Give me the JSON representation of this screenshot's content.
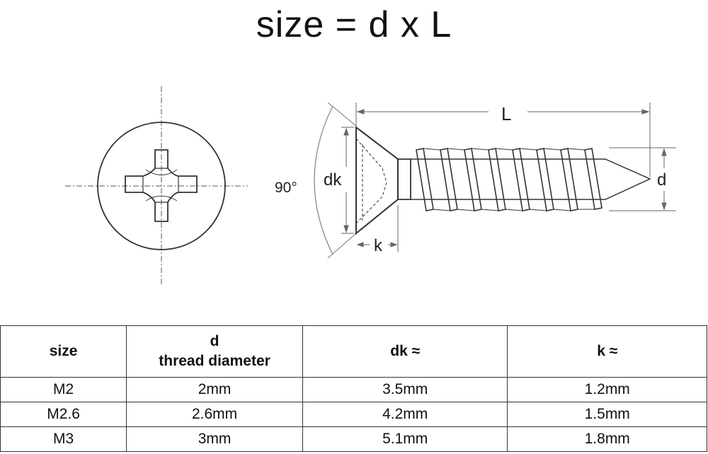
{
  "title": "size = d x L",
  "diagram": {
    "angle_label": "90°",
    "dk_label": "dk",
    "k_label": "k",
    "L_label": "L",
    "d_label": "d"
  },
  "table": {
    "headers": {
      "size": "size",
      "d_line1": "d",
      "d_line2": "thread diameter",
      "dk": "dk ≈",
      "k": "k ≈"
    },
    "rows": [
      {
        "size": "M2",
        "d": "2mm",
        "dk": "3.5mm",
        "k": "1.2mm"
      },
      {
        "size": "M2.6",
        "d": "2.6mm",
        "dk": "4.2mm",
        "k": "1.5mm"
      },
      {
        "size": "M3",
        "d": "3mm",
        "dk": "5.1mm",
        "k": "1.8mm"
      }
    ]
  }
}
